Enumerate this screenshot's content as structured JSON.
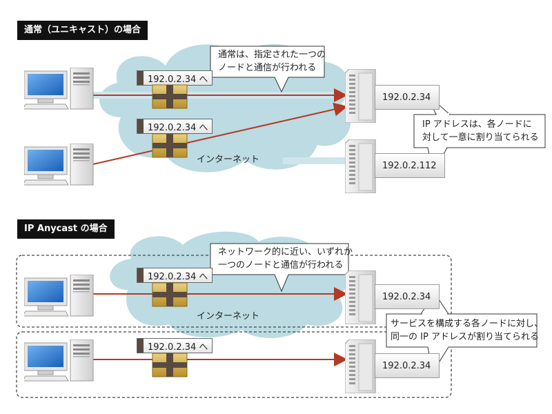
{
  "section1": {
    "title": "通常（ユニキャスト）の場合",
    "internet_label": "インターネット",
    "callout_top": [
      "通常は、指定された一つの",
      "ノードと通信が行われる"
    ],
    "callout_right": [
      "IP アドレスは、各ノードに",
      "対して一意に割り当てられる"
    ],
    "packet1_dest": "192.0.2.34 へ",
    "packet2_dest": "192.0.2.34 へ",
    "server1_ip": "192.0.2.34",
    "server2_ip": "192.0.2.112"
  },
  "section2": {
    "title": "IP Anycast の場合",
    "internet_label": "インターネット",
    "callout_top": [
      "ネットワーク的に近い、いずれか",
      "一つのノードと通信が行われる"
    ],
    "callout_right": [
      "サービスを構成する各ノードに対し、",
      "同一の IP アドレスが割り当てられる"
    ],
    "packet1_dest": "192.0.2.34 へ",
    "packet2_dest": "192.0.2.34 へ",
    "server1_ip": "192.0.2.34",
    "server2_ip": "192.0.2.34"
  },
  "colors": {
    "arrow": "#b23a25",
    "cloud": "#bcdbe3",
    "tag_bg": "#111111"
  }
}
